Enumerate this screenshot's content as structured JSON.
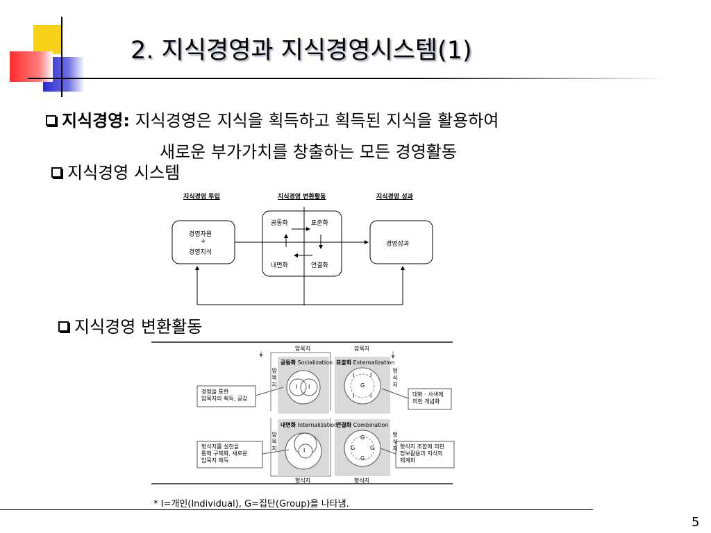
{
  "title": "2. 지식경영과 지식경영시스템(1)",
  "bullets": {
    "b1_label": "지식경영:",
    "b1_text_line1": "지식경영은 지식을 획득하고 획득된 지식을 활용하여",
    "b1_text_line2": "새로운 부가가치를 창출하는 모든 경영활동",
    "b2": "지식경영 시스템",
    "b3": "지식경영  변환활동"
  },
  "diagram1": {
    "headers": [
      "지식경영 투입",
      "지식경영 변환활동",
      "지식경영 성과"
    ],
    "input_box": [
      "경영자원",
      "+",
      "경영지식"
    ],
    "center_quadrants": [
      "공동화",
      "표준화",
      "내면화",
      "연결화"
    ],
    "output_box": "경영성과"
  },
  "diagram2": {
    "top_labels": [
      "암묵지",
      "암묵지"
    ],
    "bottom_labels": [
      "형식지",
      "형식지"
    ],
    "side_labels_top": [
      "암묵지",
      "형식지"
    ],
    "side_labels_bottom": [
      "암묵지",
      "형식지"
    ],
    "quadrants": [
      {
        "ko": "공동화",
        "en": "Socialization"
      },
      {
        "ko": "표출화",
        "en": "Externalization"
      },
      {
        "ko": "내면화",
        "en": "Internalization"
      },
      {
        "ko": "연결화",
        "en": "Combination"
      }
    ],
    "callouts": {
      "left_top": [
        "경험을 통한",
        "암묵지의 획득, 공감"
      ],
      "right_top": [
        "대화 · 사색에",
        "의한 개념화"
      ],
      "left_bottom": [
        "형식지를 실천을",
        "통해 구체화, 새로운",
        "암묵지 체득"
      ],
      "right_bottom": [
        "형식지 조합에 의한",
        "정보활용과 지식의",
        "체계화"
      ]
    },
    "symbols": {
      "individual": "I",
      "group": "G"
    }
  },
  "footnote": "* I=개인(Individual), G=집단(Group)을 나타냄.",
  "page_number": "5",
  "colors": {
    "logo_yellow": "#f7d117",
    "logo_blue": "#3333cc",
    "logo_red": "#ff3333",
    "panel_gray": "#d9d9d9"
  }
}
